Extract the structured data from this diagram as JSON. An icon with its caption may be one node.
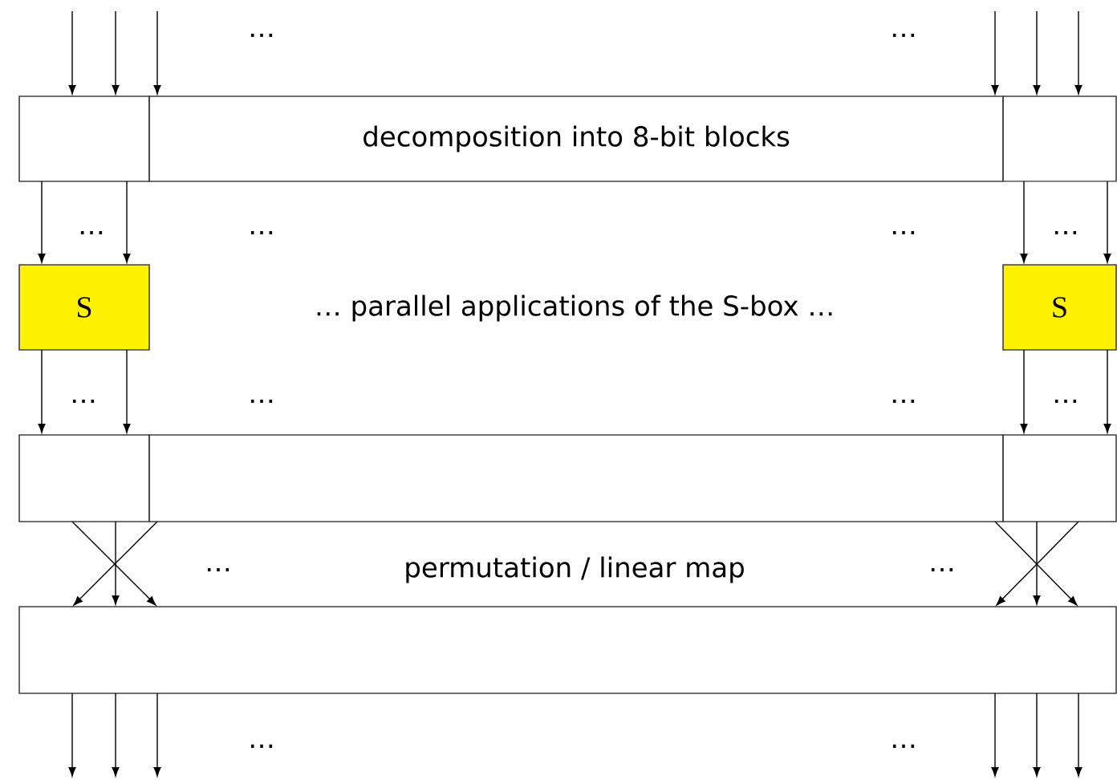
{
  "diagram": {
    "nodes": [
      {
        "text": [],
        "shape": "box"
      },
      {
        "text": [
          "decomposition into 8-bit blocks"
        ]
      },
      {
        "text": [],
        "shape": "box"
      },
      {
        "text": [
          "S"
        ]
      },
      {
        "text": [
          "S"
        ]
      },
      {
        "text": [],
        "shape": "box"
      },
      {
        "text": [],
        "shape": "box"
      },
      {
        "text": [],
        "shape": "box"
      },
      {
        "text": [],
        "shape": "box"
      }
    ],
    "edges": [
      {
        "from": null,
        "to": 0,
        "arrow": "to"
      },
      {
        "from": null,
        "to": 0,
        "arrow": "to"
      },
      {
        "from": null,
        "to": 1,
        "arrow": "to"
      },
      {
        "from": null,
        "to": 1,
        "arrow": "to"
      },
      {
        "from": null,
        "to": 2,
        "arrow": "to"
      },
      {
        "from": null,
        "to": 2,
        "arrow": "to"
      },
      {
        "from": 0,
        "to": 3,
        "arrow": "to"
      },
      {
        "from": 0,
        "to": 3,
        "arrow": "to"
      },
      {
        "from": 2,
        "to": 4,
        "arrow": "to"
      },
      {
        "from": 2,
        "to": 4,
        "arrow": "to"
      },
      {
        "from": 3,
        "to": 5,
        "arrow": "to"
      },
      {
        "from": 3,
        "to": 5,
        "arrow": "to"
      },
      {
        "from": 4,
        "to": 7,
        "arrow": "to"
      },
      {
        "from": 4,
        "to": 7,
        "arrow": "to"
      },
      {
        "from": 5,
        "to": 8,
        "arrow": "to"
      },
      {
        "from": 5,
        "to": 8,
        "arrow": "to"
      },
      {
        "from": 6,
        "to": 8,
        "arrow": "to"
      },
      {
        "from": 6,
        "to": 8,
        "arrow": "to"
      },
      {
        "from": 7,
        "to": 8,
        "arrow": "to"
      },
      {
        "from": 7,
        "to": 8,
        "arrow": "to"
      },
      {
        "from": 8,
        "to": null,
        "arrow": "to"
      },
      {
        "from": 8,
        "to": null,
        "arrow": "to"
      },
      {
        "from": 8,
        "to": null,
        "arrow": "to"
      },
      {
        "from": 8,
        "to": null,
        "arrow": "to"
      },
      {
        "from": 8,
        "to": null,
        "arrow": "to"
      },
      {
        "from": 8,
        "to": null,
        "arrow": "to"
      }
    ],
    "labels": [
      "…",
      "…",
      "…",
      "…",
      "…",
      "…",
      "… parallel applications of the S-box …",
      "…",
      "…",
      "…",
      "…",
      "…",
      "permutation / linear map",
      "…",
      "…",
      "…"
    ]
  }
}
